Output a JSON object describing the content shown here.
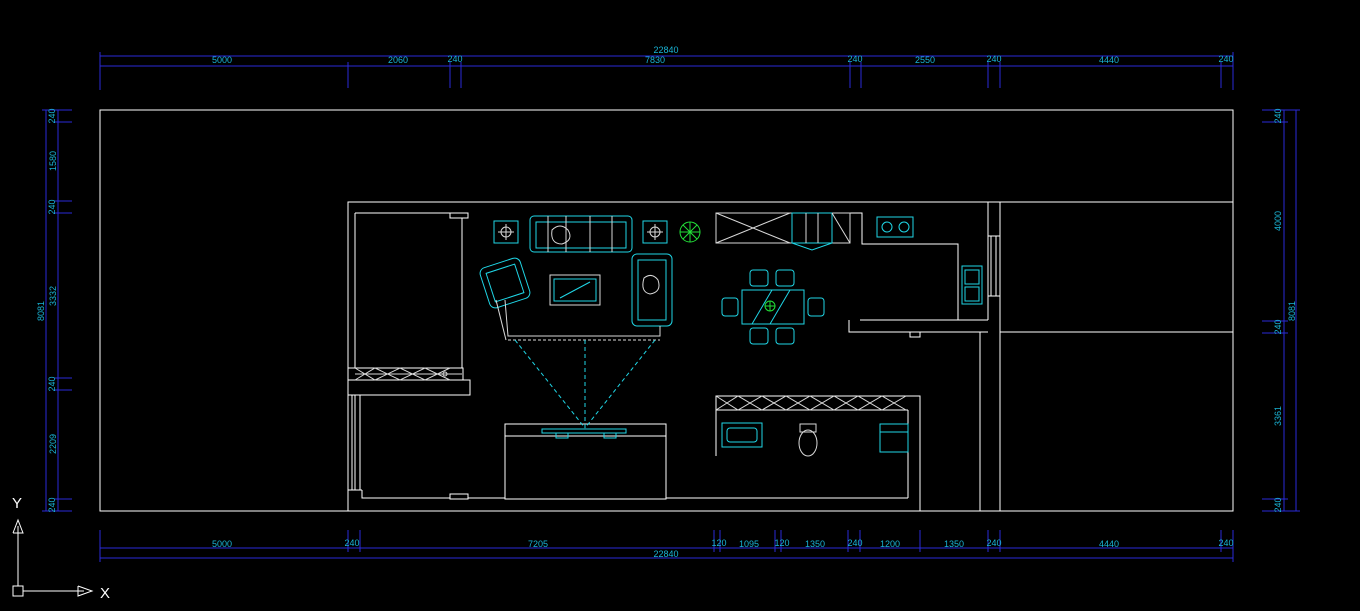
{
  "colors": {
    "background": "#000000",
    "wall": "#ffffff",
    "dimension_text": "#19b4d6",
    "dimension_line": "#2a2ad8",
    "furniture": "#1fd6e6",
    "plant": "#22e038"
  },
  "dimensions": {
    "top_total": "22840",
    "top": [
      "5000",
      "2060",
      "240",
      "7830",
      "240",
      "2550",
      "240",
      "4440",
      "240"
    ],
    "bottom_total": "22840",
    "bottom": [
      "5000",
      "240",
      "7205",
      "120",
      "1095",
      "120",
      "1350",
      "240",
      "1200",
      "1350",
      "240",
      "4440",
      "240"
    ],
    "left_total": "8081",
    "left": [
      "240",
      "1580",
      "240",
      "3332",
      "240",
      "2209",
      "240"
    ],
    "right_total": "8081",
    "right": [
      "240",
      "4000",
      "240",
      "3361",
      "240"
    ]
  },
  "axes": {
    "x_label": "X",
    "y_label": "Y"
  },
  "icons": {
    "axis": "ucs-axis-icon",
    "plant": "plant-icon"
  }
}
